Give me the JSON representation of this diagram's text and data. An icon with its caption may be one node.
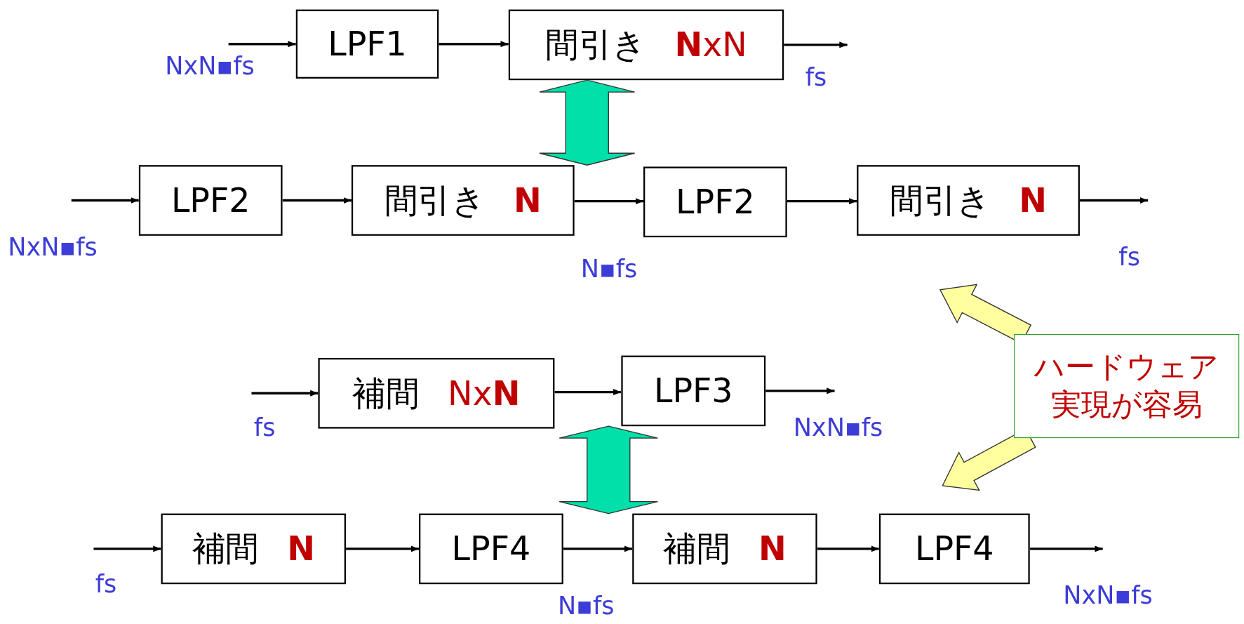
{
  "diagram": {
    "nodes": [
      {
        "text": [
          "LPF1"
        ]
      },
      {
        "text": [
          "間引き",
          "**N**xN"
        ]
      },
      {
        "text": [
          "LPF2"
        ]
      },
      {
        "text": [
          "間引き",
          "**N**"
        ]
      },
      {
        "text": [
          "LPF2"
        ]
      },
      {
        "text": [
          "間引き",
          "**N**"
        ]
      },
      {
        "text": [
          "補間",
          "Nx**N**"
        ]
      },
      {
        "text": [
          "LPF3"
        ]
      },
      {
        "text": [
          "補間",
          "**N**"
        ]
      },
      {
        "text": [
          "LPF4"
        ]
      },
      {
        "text": [
          "補間",
          "**N**"
        ]
      },
      {
        "text": [
          "LPF4"
        ]
      },
      {
        "text": [
          "ハードウェア実現が容易"
        ]
      }
    ],
    "edges": [
      {
        "from": null,
        "to": 0,
        "arrow": "to"
      },
      {
        "from": 0,
        "to": 1,
        "arrow": "to"
      },
      {
        "from": 1,
        "to": null,
        "arrow": "to"
      },
      {
        "from": null,
        "to": 2,
        "arrow": "to"
      },
      {
        "from": 2,
        "to": 3,
        "arrow": "to"
      },
      {
        "from": 3,
        "to": 4,
        "arrow": "to"
      },
      {
        "from": 4,
        "to": 5,
        "arrow": "to"
      },
      {
        "from": 5,
        "to": null,
        "arrow": "to"
      },
      {
        "from": null,
        "to": 6,
        "arrow": "to"
      },
      {
        "from": 6,
        "to": 7,
        "arrow": "to"
      },
      {
        "from": 7,
        "to": null,
        "arrow": "to"
      },
      {
        "from": null,
        "to": 8,
        "arrow": "to"
      },
      {
        "from": 8,
        "to": 9,
        "arrow": "to"
      },
      {
        "from": 9,
        "to": 10,
        "arrow": "to"
      },
      {
        "from": 10,
        "to": 11,
        "arrow": "to"
      },
      {
        "from": 11,
        "to": null,
        "arrow": "to"
      },
      {
        "from": 12,
        "to": null,
        "arrow": "to",
        "style": "thick",
        "color": "#ffffa0"
      },
      {
        "from": 12,
        "to": null,
        "arrow": "to",
        "style": "thick",
        "color": "#ffffa0"
      },
      {
        "from": 1,
        "to": 3,
        "arrow": "both",
        "style": "thick",
        "color": "#00e0a8"
      },
      {
        "from": 7,
        "to": 10,
        "arrow": "both",
        "style": "thick",
        "color": "#00e0a8"
      }
    ],
    "labels": [
      "NxN▪fs",
      "fs",
      "NxN▪fs",
      "N▪fs",
      "fs",
      "fs",
      "NxN▪fs",
      "fs",
      "N▪fs",
      "NxN▪fs"
    ]
  }
}
